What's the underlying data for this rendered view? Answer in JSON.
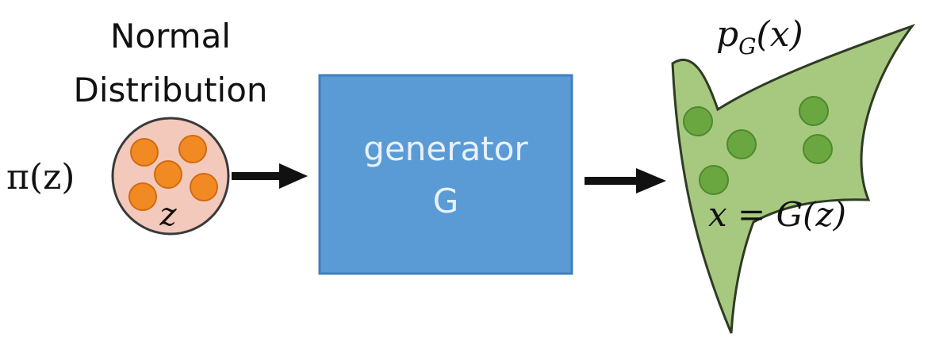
{
  "colors": {
    "background": "#ffffff",
    "ink": "#111111",
    "ball_fill": "#f3c9bb",
    "ball_stroke": "#3a3a3a",
    "sample_orange": "#f28a24",
    "sample_orange_stroke": "#d06a10",
    "generator_fill": "#5b9bd5",
    "generator_stroke": "#3f7fbf",
    "generator_text": "#e8f1fb",
    "blob_fill": "#a7c97f",
    "blob_stroke": "#2f3b25",
    "sample_green": "#6aa741",
    "sample_green_stroke": "#4e8a2b"
  },
  "input": {
    "title_line1": "Normal",
    "title_line2": "Distribution",
    "density_label": "π(z)",
    "variable_label": "z"
  },
  "generator": {
    "label_line1": "generator",
    "label_line2": "G"
  },
  "output": {
    "density_label_prefix": "p",
    "density_label_sub": "G",
    "density_label_suffix": "(x)",
    "mapping_label": "x = G(z)"
  }
}
